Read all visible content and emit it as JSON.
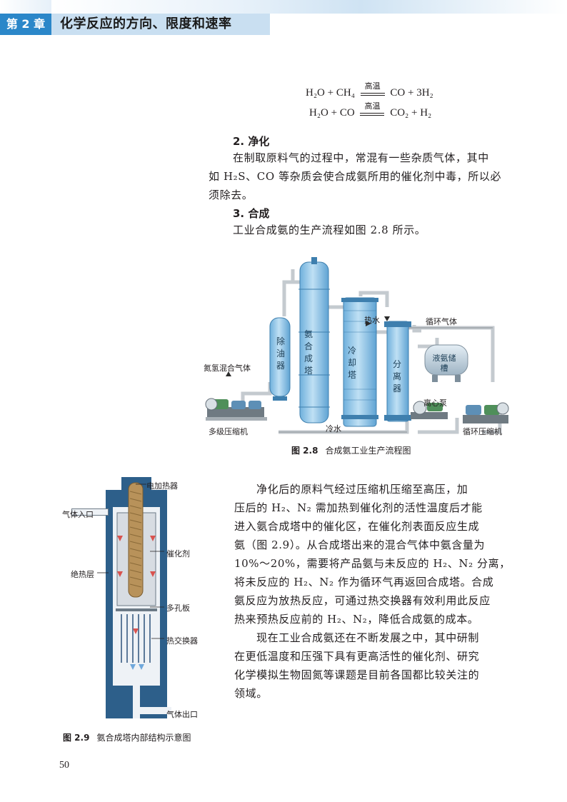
{
  "header": {
    "chapter": "第 2 章",
    "title": "化学反应的方向、限度和速率"
  },
  "equations": {
    "eq1": {
      "left": "H₂O + CH₄",
      "condition": "高温",
      "right": "CO + 3H₂"
    },
    "eq2": {
      "left": "H₂O + CO",
      "condition": "高温",
      "right": "CO₂ + H₂"
    }
  },
  "section2": {
    "heading": "2. 净化",
    "line1": "在制取原料气的过程中，常混有一些杂质气体，其中",
    "line2": "如 H₂S、CO 等杂质会使合成氨所用的催化剂中毒，所以必",
    "line3": "须除去。"
  },
  "section3": {
    "heading": "3. 合成",
    "line1": "工业合成氨的生产流程如图 2.8 所示。"
  },
  "figure28": {
    "caption_num": "图 2.8",
    "caption_text": "合成氨工业生产流程图",
    "labels": {
      "mixed_gas": "氮氢混合气体",
      "multistage_compressor": "多级压缩机",
      "oil_remover": "除油器",
      "synthesis_tower": "氨合成塔",
      "cooling_tower": "冷却塔",
      "hot_water": "热水",
      "cold_water": "冷水",
      "separator": "分离器",
      "recycle_gas": "循环气体",
      "liquid_ammonia_tank": "液氨储槽",
      "centrifugal_pump": "离心泵",
      "recycle_compressor": "循环压缩机"
    }
  },
  "figure29": {
    "caption_num": "图 2.9",
    "caption_text": "氨合成塔内部结构示意图",
    "labels": {
      "electric_heater": "电加热器",
      "gas_inlet": "气体入口",
      "catalyst": "催化剂",
      "insulation": "绝热层",
      "porous_plate": "多孔板",
      "heat_exchanger": "热交换器",
      "gas_outlet": "气体出口"
    }
  },
  "body": {
    "p1": [
      "净化后的原料气经过压缩机压缩至高压，加",
      "压后的 H₂、N₂ 需加热到催化剂的活性温度后才能",
      "进入氨合成塔中的催化区，在催化剂表面反应生成",
      "氨（图 2.9）。从合成塔出来的混合气体中氨含量为",
      "10%～20%，需要将产品氨与未反应的 H₂、N₂ 分离，",
      "将未反应的 H₂、N₂ 作为循环气再返回合成塔。合成",
      "氨反应为放热反应，可通过热交换器有效利用此反应",
      "热来预热反应前的 H₂、N₂，降低合成氨的成本。"
    ],
    "p2": [
      "现在工业合成氨还在不断发展之中，其中研制",
      "在更低温度和压强下具有更高活性的催化剂、研究",
      "化学模拟生物固氮等课题是目前各国都比较关注的",
      "领域。"
    ]
  },
  "page_number": "50",
  "colors": {
    "chapter_chip": "#2b87c9",
    "title_band": "#c9dff1",
    "tower_blue": "#8fc4e6",
    "reactor_blue": "#2d5f8a",
    "pipe_gray": "#bfc5c9"
  }
}
